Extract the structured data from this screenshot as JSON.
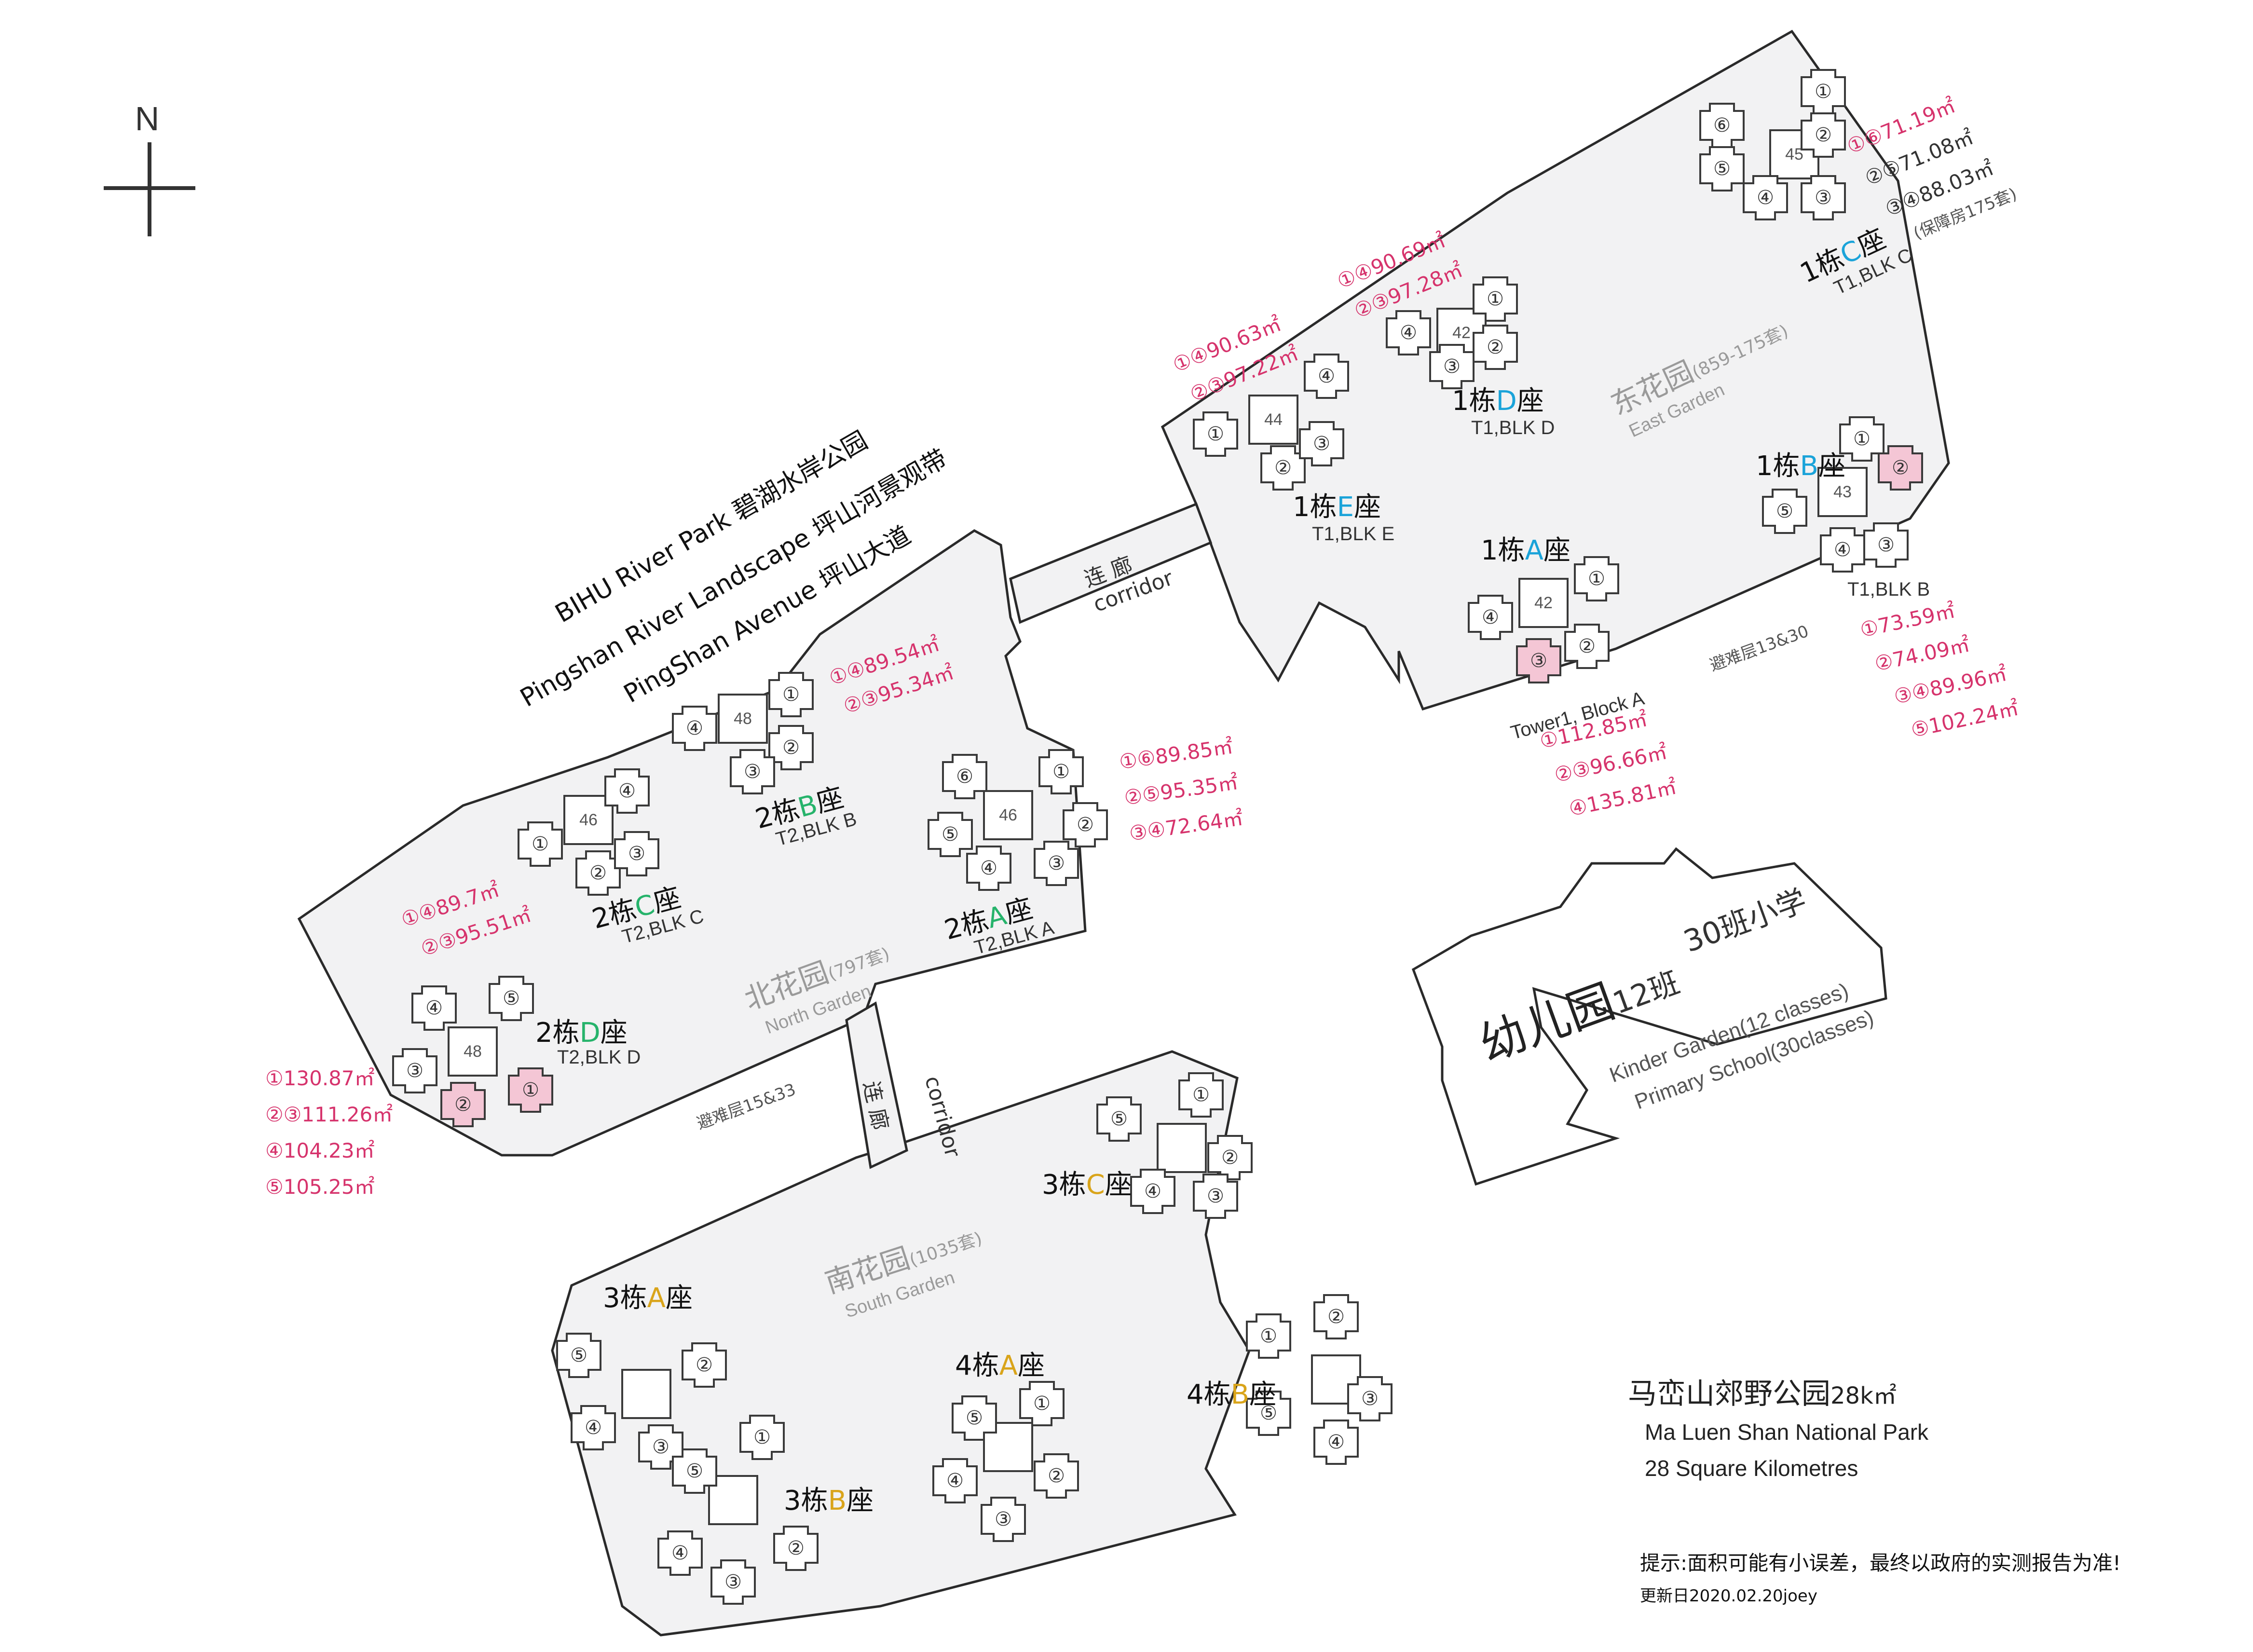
{
  "colors": {
    "site_fill": "#f2f2f3",
    "outline": "#2a2a2a",
    "area_text": "#d6336c",
    "highlight_unit": "#f4c6d5",
    "block_letter_blue": "#1aa3d9",
    "block_letter_green": "#26b36b",
    "block_letter_orange": "#d9a41a"
  },
  "compass": {
    "label": "N",
    "icon": "north-arrow-icon"
  },
  "river_labels": [
    "BIHU River Park  碧湖水岸公园",
    "Pingshan River Landscape  坪山河景观带",
    "PingShan  Avenue  坪山大道"
  ],
  "corridors": {
    "upper": {
      "cn": "连 廊",
      "en": "corridor"
    },
    "lower": {
      "cn": "连 廊",
      "en": "corridor"
    }
  },
  "gardens": {
    "east": {
      "cn": "东花园",
      "count": "(859-175套)",
      "en": "East Garden"
    },
    "north": {
      "cn": "北花园",
      "count": "(797套)",
      "en": "North Garden"
    },
    "south": {
      "cn": "南花园",
      "count": "(1035套)",
      "en": "South Garden"
    }
  },
  "refuge_floors": {
    "east": "避难层13&30",
    "north": "避难层15&33"
  },
  "buildings": {
    "t1c": {
      "pre": "1栋",
      "letter": "C",
      "post": "座",
      "sub": "T1,BLK C",
      "floors": "45"
    },
    "t1d": {
      "pre": "1栋",
      "letter": "D",
      "post": "座",
      "sub": "T1,BLK D",
      "floors": "42"
    },
    "t1e": {
      "pre": "1栋",
      "letter": "E",
      "post": "座",
      "sub": "T1,BLK E",
      "floors": "44"
    },
    "t1b": {
      "pre": "1栋",
      "letter": "B",
      "post": "座",
      "sub": "T1,BLK B",
      "floors": "43"
    },
    "t1a": {
      "pre": "1栋",
      "letter": "A",
      "post": "座",
      "sub": "Tower1, Block A",
      "floors": "42"
    },
    "t2b": {
      "pre": "2栋",
      "letter": "B",
      "post": "座",
      "sub": "T2,BLK B",
      "floors": "48"
    },
    "t2c": {
      "pre": "2栋",
      "letter": "C",
      "post": "座",
      "sub": "T2,BLK C",
      "floors": "46"
    },
    "t2a": {
      "pre": "2栋",
      "letter": "A",
      "post": "座",
      "sub": "T2,BLK A",
      "floors": "46"
    },
    "t2d": {
      "pre": "2栋",
      "letter": "D",
      "post": "座",
      "sub": "T2,BLK D",
      "floors": "48"
    },
    "t3c": {
      "pre": "3栋",
      "letter": "C",
      "post": "座"
    },
    "t3a": {
      "pre": "3栋",
      "letter": "A",
      "post": "座"
    },
    "t3b": {
      "pre": "3栋",
      "letter": "B",
      "post": "座"
    },
    "t4a": {
      "pre": "4栋",
      "letter": "A",
      "post": "座"
    },
    "t4b": {
      "pre": "4栋",
      "letter": "B",
      "post": "座"
    }
  },
  "areas": {
    "t1c": [
      "①⑥71.19㎡",
      "②⑤71.08㎡",
      "③④88.03㎡"
    ],
    "t1c_note": "(保障房175套)",
    "t1d": [
      "①④90.69㎡",
      "②③97.28㎡"
    ],
    "t1e": [
      "①④90.63㎡",
      "②③97.22㎡"
    ],
    "t1b": [
      "①73.59㎡",
      "②74.09㎡",
      "③④89.96㎡",
      "⑤102.24㎡"
    ],
    "t1a": [
      "①112.85㎡",
      "②③96.66㎡",
      "④135.81㎡"
    ],
    "t2b": [
      "①④89.54㎡",
      "②③95.34㎡"
    ],
    "t2c": [
      "①④89.7㎡",
      "②③95.51㎡"
    ],
    "t2a": [
      "①⑥89.85㎡",
      "②⑤95.35㎡",
      "③④72.64㎡"
    ],
    "t2d": [
      "①130.87㎡",
      "②③111.26㎡",
      "④104.23㎡",
      "⑤105.25㎡"
    ]
  },
  "school": {
    "kinder_cn": "幼儿园",
    "kinder_classes": "12班",
    "primary_cn": "30班小学",
    "kinder_en": "Kinder Garden(12 classes)",
    "primary_en": "Primary School(30classes)"
  },
  "park": {
    "cn": "马峦山郊野公园",
    "size": "28k㎡",
    "en": "Ma Luen Shan National Park",
    "en_size": "28 Square Kilometres"
  },
  "footer": {
    "tip": "提示:面积可能有小误差，最终以政府的实测报告为准!",
    "updated": "更新日2020.02.20joey"
  }
}
